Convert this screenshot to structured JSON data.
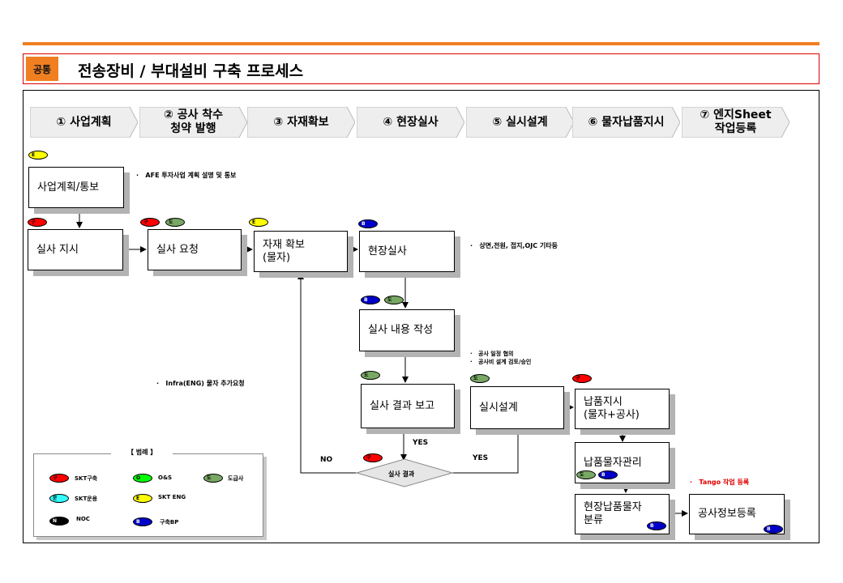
{
  "header": {
    "tag": "공통",
    "title": "전송장비 / 부대설비 구축 프로세스"
  },
  "steps": [
    "① 사업계획",
    "② 공사 착수\n청약 발행",
    "③ 자재확보",
    "④ 현장실사",
    "⑤ 실시설계",
    "⑥ 물자납품지시",
    "⑦ 엔지Sheet\n작업등록"
  ],
  "boxes": {
    "plan": "사업계획/통보",
    "survey_order": "실사 지시",
    "survey_request": "실사 요청",
    "material": "자재 확보\n(물자)",
    "field_survey": "현장실사",
    "survey_write": "실사 내용 작성",
    "survey_report": "실사 결과 보고",
    "design": "실시설계",
    "delivery_order": "납품지시\n(물자+공사)",
    "delivery_manage": "납품물자관리",
    "field_sort": "현장납품물자\n분류",
    "register": "공사정보등록",
    "decision": "실사 결과"
  },
  "notes": {
    "afe": "AFE 투자사업 계획 설명 및 통보",
    "field_items": "상면,전원, 접지,OJC 기타등",
    "schedule": "공사 일정 협의",
    "design_review": "공사비 설계 검토/승인",
    "infra": "Infra(ENG) 물자 추가요청",
    "tango": "Tango 작업 등록"
  },
  "labels": {
    "yes1": "YES",
    "yes2": "YES",
    "no": "NO"
  },
  "badges": {
    "skt_build": "구",
    "skt_eng": "E",
    "contractor": "도",
    "build_bp": "B"
  },
  "legend": {
    "title": "【 범례 】",
    "items": [
      {
        "mark": "구",
        "label": "SKT구축",
        "color": "#ff0000"
      },
      {
        "mark": "O",
        "label": "O&S",
        "color": "#00ff00"
      },
      {
        "mark": "도",
        "label": "도급사",
        "color": "#78a864"
      },
      {
        "mark": "운",
        "label": "SKT운용",
        "color": "#33ffff"
      },
      {
        "mark": "E",
        "label": "SKT ENG",
        "color": "#ffff00"
      },
      {
        "mark": "N",
        "label": "NOC",
        "color": "#000000"
      },
      {
        "mark": "B",
        "label": "구축BP",
        "color": "#0000c8"
      }
    ]
  }
}
